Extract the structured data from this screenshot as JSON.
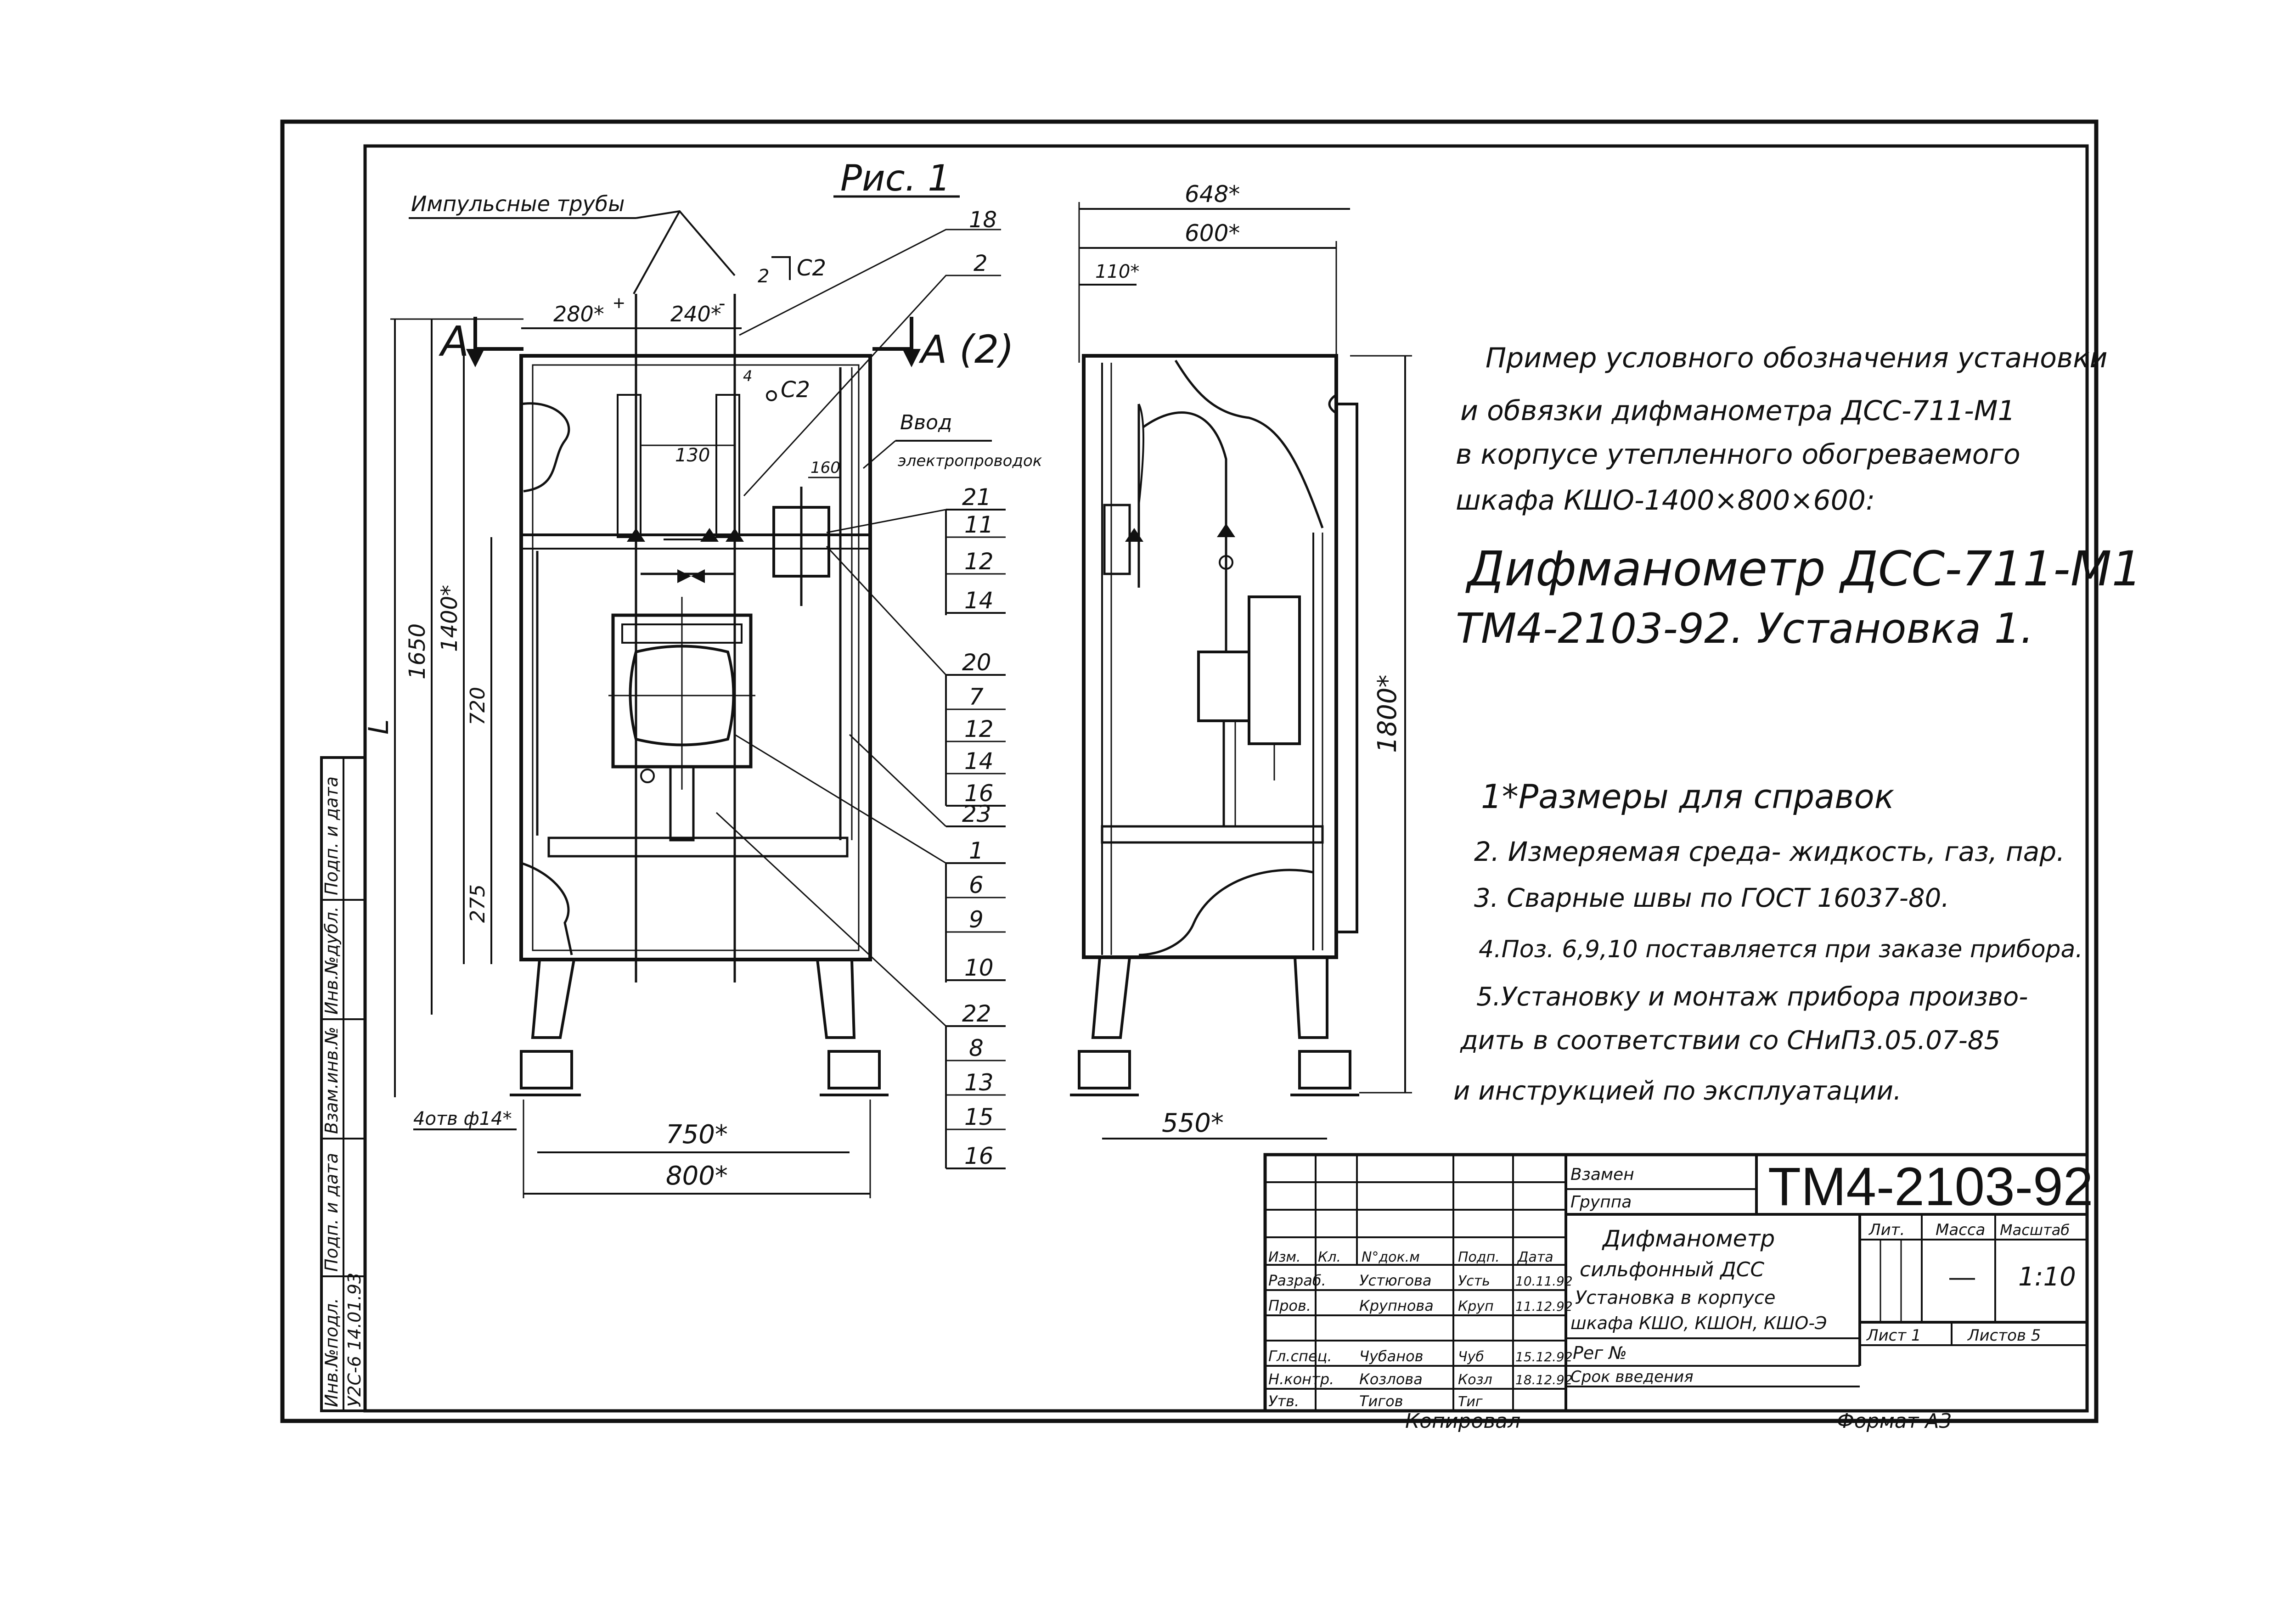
{
  "figure": {
    "title": "Рис. 1",
    "impulse_label": "Импульсные трубы",
    "section_mark": "А",
    "section_mark_2": "А (2)",
    "plus": "+",
    "minus": "-",
    "c2_a": "С2",
    "c2_b": "С2",
    "num_2a": "2",
    "num_4": "4",
    "entry_label_1": "Ввод",
    "entry_label_2": "электропроводок",
    "dim_L": "L",
    "dim_1650": "1650",
    "dim_1400": "1400*",
    "dim_720": "720",
    "dim_275": "275",
    "dim_280": "280*",
    "dim_240": "240*",
    "dim_130": "130",
    "dim_160": "160",
    "dim_750": "750*",
    "dim_800": "800*",
    "holes": "4отв ф14*",
    "callouts": [
      {
        "n": "18"
      },
      {
        "n": "2"
      },
      {
        "n": "21"
      },
      {
        "n": "11"
      },
      {
        "n": "12"
      },
      {
        "n": "14"
      },
      {
        "n": "20"
      },
      {
        "n": "7"
      },
      {
        "n": "12"
      },
      {
        "n": "14"
      },
      {
        "n": "16"
      },
      {
        "n": "23"
      },
      {
        "n": "1"
      },
      {
        "n": "6"
      },
      {
        "n": "9"
      },
      {
        "n": "10"
      },
      {
        "n": "22"
      },
      {
        "n": "8"
      },
      {
        "n": "13"
      },
      {
        "n": "15"
      },
      {
        "n": "16"
      }
    ]
  },
  "side_view": {
    "dim_648": "648*",
    "dim_600": "600*",
    "dim_110": "110*",
    "dim_1800": "1800*",
    "dim_550": "550*"
  },
  "notes": {
    "example_lines": [
      "Пример условного обозначения установки",
      "и обвязки дифманометра ДСС-711-М1",
      "в корпусе утепленного обогреваемого",
      "шкафа КШО-1400×800×600:"
    ],
    "designation_1": "Дифманометр ДСС-711-М1",
    "designation_2": "ТМ4-2103-92.    Установка 1.",
    "list": [
      "1*Размеры для справок",
      "2. Измеряемая среда- жидкость, газ, пар.",
      "3. Сварные швы по ГОСТ 16037-80.",
      "4.Поз. 6,9,10 поставляется при заказе прибора.",
      "5.Установку и монтаж прибора произво-",
      "дить в соответствии со СНиП3.05.07-85",
      "и инструкцией по эксплуатации."
    ]
  },
  "stamp": {
    "vzamen": "Взамен",
    "gruppa": "Группа",
    "doc_code": "ТМ4-2103-92",
    "title_lines": [
      "Дифманометр",
      "сильфонный ДСС",
      "Установка в корпусе",
      "шкафа КШО, КШОН, КШО-Э"
    ],
    "lit": "Лит.",
    "massa": "Масса",
    "masshtab": "Масштаб",
    "mass_value": "—",
    "scale_value": "1:10",
    "sheet": "Лист 1",
    "sheets": "Листов 5",
    "reg": "Рег №",
    "srok": "Срок введения",
    "header_row": [
      "Изм.",
      "Кл.",
      "N°док.м",
      "Подп.",
      "Дата"
    ],
    "rows": [
      [
        "Разраб.",
        "Устюгова",
        "Усть",
        "10.11.92"
      ],
      [
        "Пров.",
        "Крупнова",
        "Круп",
        "11.12.92"
      ],
      [
        "Гл.спец.",
        "Чубанов",
        "Чуб",
        "15.12.92"
      ],
      [
        "Н.контр.",
        "Козлова",
        "Козл",
        "18.12.92"
      ],
      [
        "Утв.",
        "Тигов",
        "Тиг",
        ""
      ]
    ],
    "kopiroval": "Копировал",
    "format": "Формат А3"
  },
  "left_strip": [
    "Инв.№подл.",
    "Подп. и дата",
    "Взам.инв.№",
    "Инв.№дубл.",
    "Подп. и дата"
  ],
  "left_strip_value": "У2С-6  14.01.93"
}
